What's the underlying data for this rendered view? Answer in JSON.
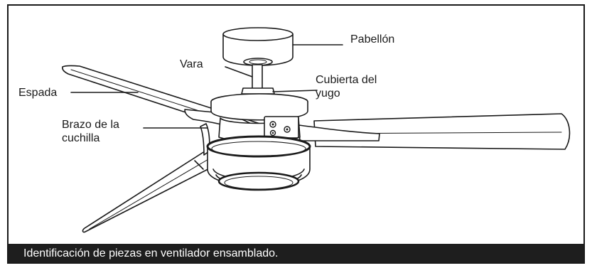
{
  "labels": {
    "pabellon": "Pabellón",
    "vara": "Vara",
    "cubierta_line1": "Cubierta del",
    "cubierta_line2": "yugo",
    "espada": "Espada",
    "brazo_line1": "Brazo de la",
    "brazo_line2": "cuchilla"
  },
  "caption": "Identificación de piezas en ventilador ensamblado.",
  "colors": {
    "line": "#1a1a1a",
    "caption_bar": "#1e1e1e",
    "caption_text": "#ffffff",
    "background": "#ffffff"
  }
}
